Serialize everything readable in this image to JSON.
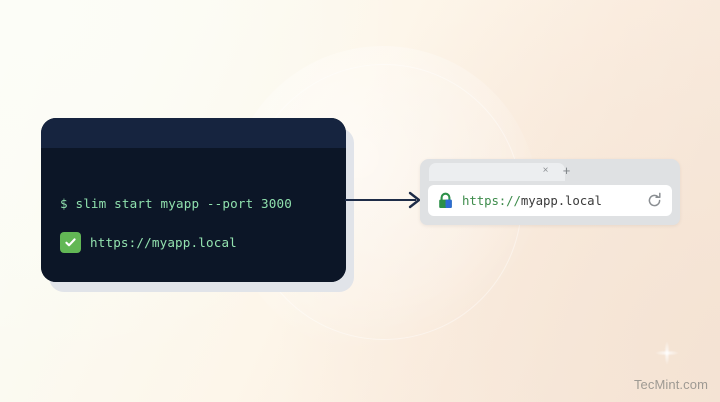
{
  "background": {
    "gradient_from": "#fcfdf7",
    "gradient_to": "#f6e7da"
  },
  "terminal": {
    "name": "terminal-window",
    "background_color": "#0c1627",
    "titlebar_color": "#16243f",
    "command_line": "$ slim start myapp --port 3000",
    "command_color": "#8fe0ad",
    "result": {
      "status_icon": "check-mark-icon",
      "status_color": "#62b755",
      "url": "https://myapp.local",
      "url_color": "#93e2af"
    }
  },
  "arrow": {
    "name": "flow-arrow-icon",
    "direction": "right",
    "color": "#1e2c47"
  },
  "browser": {
    "name": "browser-window",
    "chrome_color": "#dfe1e3",
    "tabbar": {
      "close_label": "×",
      "new_tab_label": "+"
    },
    "urlbar": {
      "lock_icon": "lock-icon",
      "url_scheme": "https://",
      "url_host": "myapp.local",
      "url_full": "https://myapp.local",
      "scheme_color": "#3e8c4c",
      "host_color": "#3b3b3b",
      "reload_icon": "reload-icon"
    }
  },
  "watermark": {
    "text": "TecMint.com"
  }
}
